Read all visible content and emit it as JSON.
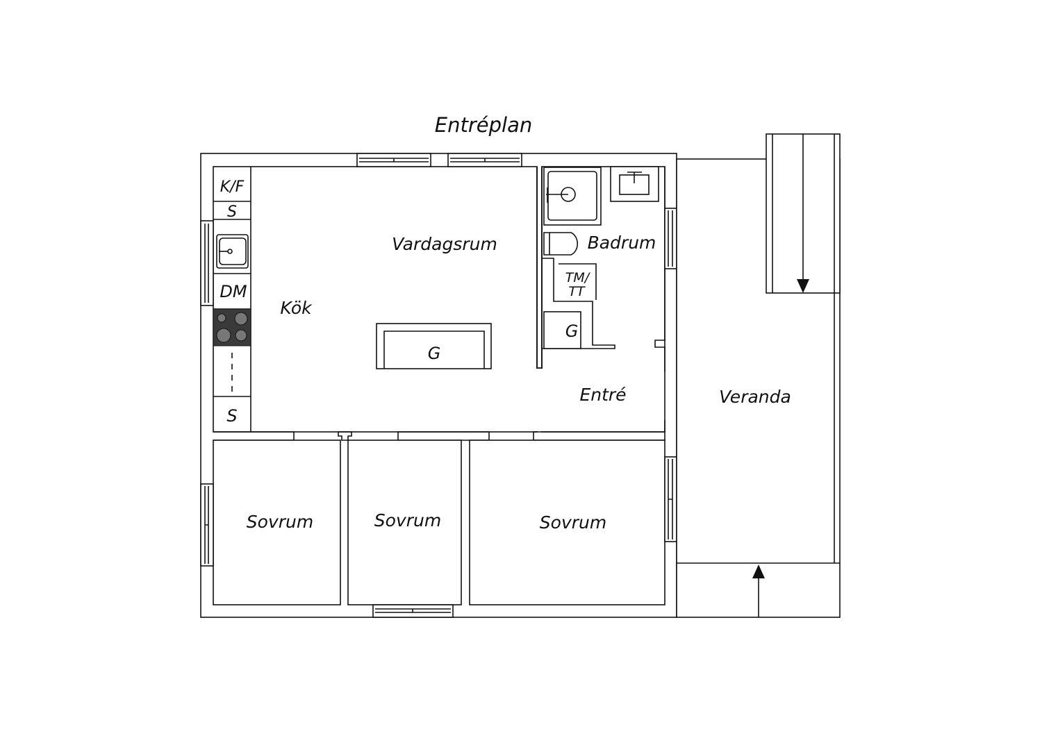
{
  "title": "Entréplan",
  "rooms": {
    "vardagsrum": "Vardagsrum",
    "kok": "Kök",
    "badrum": "Badrum",
    "entre": "Entré",
    "veranda": "Veranda",
    "sovrum1": "Sovrum",
    "sovrum2": "Sovrum",
    "sovrum3": "Sovrum"
  },
  "fixtures": {
    "kf": "K/F",
    "s_top": "S",
    "dm": "DM",
    "s_bottom": "S",
    "g_living": "G",
    "g_hall": "G",
    "tm_line1": "TM/",
    "tm_line2": "TT"
  },
  "colors": {
    "line": "#111111",
    "stove": "#3a3a3a"
  }
}
